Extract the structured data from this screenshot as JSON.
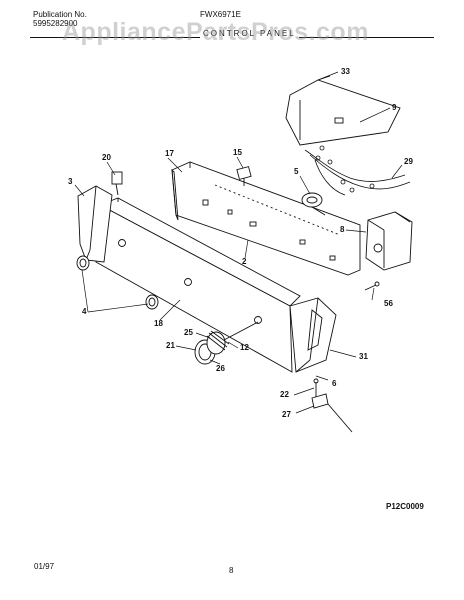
{
  "header": {
    "publication_label": "Publication No.",
    "publication_number": "5995282900",
    "model": "FWX6971E",
    "section": "CONTROL PANEL",
    "watermark": "AppliancePartsPros.com"
  },
  "parts": {
    "p33": "33",
    "p9": "9",
    "p20": "20",
    "p17": "17",
    "p15": "15",
    "p3": "3",
    "p29": "29",
    "p5": "5",
    "p8": "8",
    "p2": "2",
    "p4": "4",
    "p56": "56",
    "p18": "18",
    "p25": "25",
    "p21": "21",
    "p12": "12",
    "p26": "26",
    "p31": "31",
    "p6": "6",
    "p22": "22",
    "p27": "27"
  },
  "footer": {
    "date": "01/97",
    "page": "8",
    "diagram_code": "P12C0009"
  }
}
